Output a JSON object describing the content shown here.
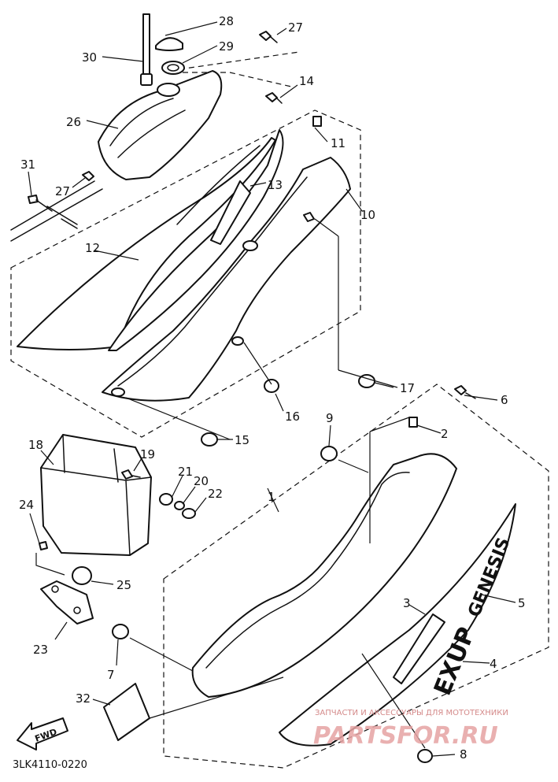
{
  "callouts": [
    "1",
    "2",
    "3",
    "4",
    "5",
    "6",
    "7",
    "8",
    "9",
    "10",
    "11",
    "12",
    "13",
    "14",
    "15",
    "16",
    "17",
    "18",
    "19",
    "20",
    "21",
    "22",
    "23",
    "24",
    "25",
    "26",
    "27",
    "27",
    "28",
    "29",
    "30",
    "31",
    "32"
  ],
  "decals": {
    "genesis": "GENESIS",
    "exup": "EXUP"
  },
  "fwd_label": "FWD",
  "diagram_code": "3LK4110-0220",
  "watermark": {
    "top_text": "ЗАПЧАСТИ И АКСЕССУАРЫ ДЛЯ МОТОТЕХНИКИ",
    "site": "PARTSFOR.RU"
  }
}
